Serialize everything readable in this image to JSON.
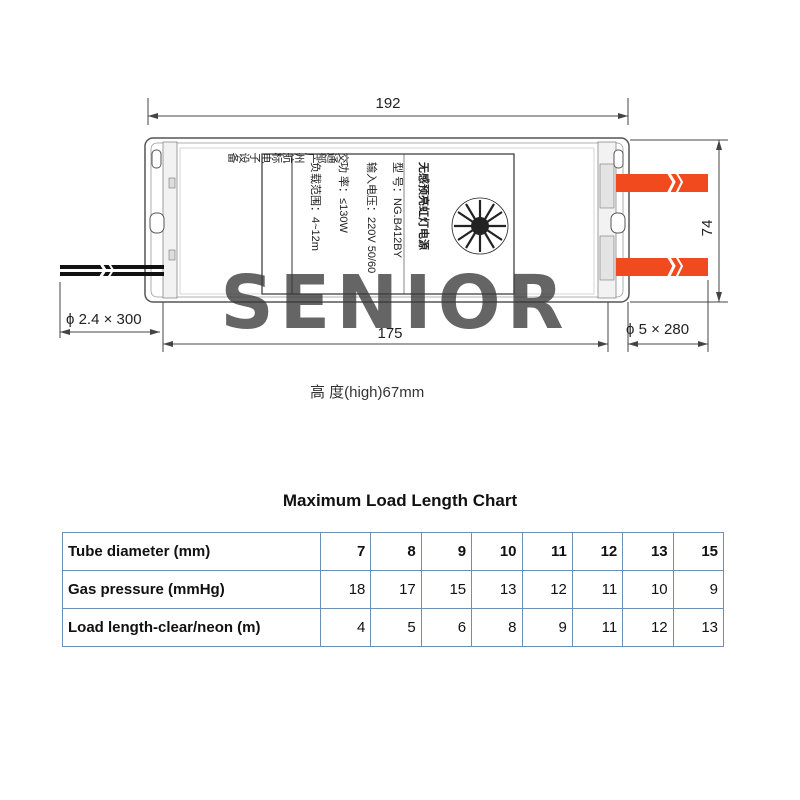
{
  "drawing": {
    "dim_total_length": "192",
    "dim_body_length": "175",
    "dim_height": "74",
    "input_cable": "ϕ 2.4 × 300",
    "output_cable": "ϕ 5 × 280",
    "height_note": "高 度(high)67mm",
    "watermark": "SENIOR",
    "label": {
      "title_vertical": "无感预亮虹灯电源",
      "model": "型    号：NG.B412BY",
      "input_voltage": "输入电压：220V 50/60",
      "power": "功    率：≤130W",
      "load_range": "负载范围：4~12m",
      "company": "交通部广州航标电子设备"
    },
    "colors": {
      "output_wire": "#f04a1e",
      "input_wire": "#111111",
      "table_border": "#6b8fb5"
    }
  },
  "chart_data": {
    "type": "table",
    "title": "Maximum Load Length Chart",
    "rows": [
      {
        "header": "Tube diameter (mm)",
        "values": [
          "7",
          "8",
          "9",
          "10",
          "11",
          "12",
          "13",
          "15"
        ]
      },
      {
        "header": "Gas pressure (mmHg)",
        "values": [
          "18",
          "17",
          "15",
          "13",
          "12",
          "11",
          "10",
          "9"
        ]
      },
      {
        "header": "Load length-clear/neon (m)",
        "values": [
          "4",
          "5",
          "6",
          "8",
          "9",
          "11",
          "12",
          "13"
        ]
      }
    ]
  }
}
